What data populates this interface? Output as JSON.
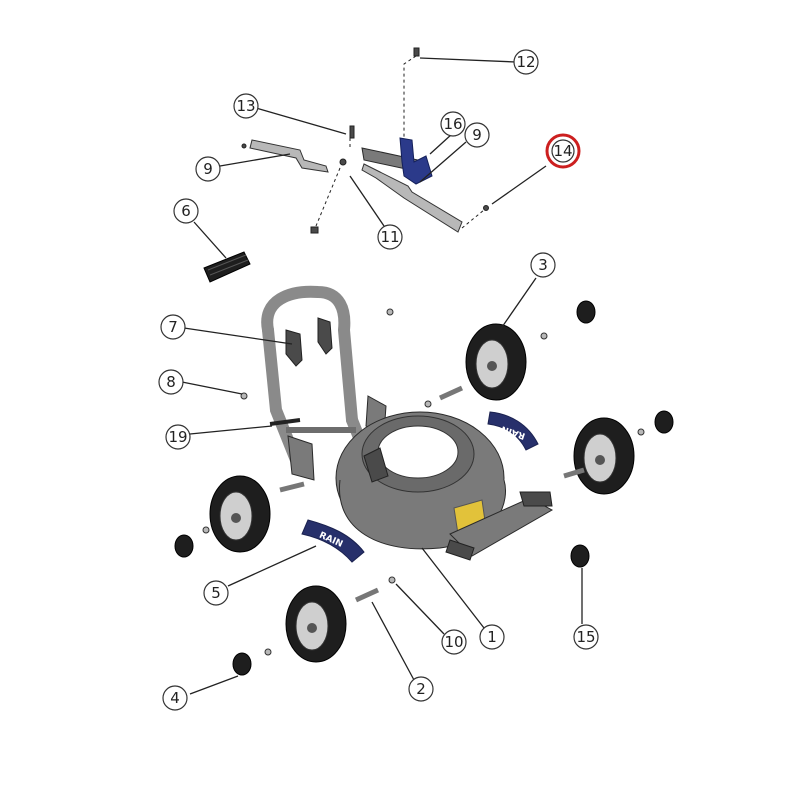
{
  "diagram": {
    "highlight_color": "#cc1f1f",
    "highlighted_callout": "14",
    "callouts": [
      {
        "id": "c1",
        "label": "1"
      },
      {
        "id": "c2",
        "label": "2"
      },
      {
        "id": "c3",
        "label": "3"
      },
      {
        "id": "c4",
        "label": "4"
      },
      {
        "id": "c5",
        "label": "5"
      },
      {
        "id": "c6",
        "label": "6"
      },
      {
        "id": "c7",
        "label": "7"
      },
      {
        "id": "c8",
        "label": "8"
      },
      {
        "id": "c9a",
        "label": "9"
      },
      {
        "id": "c9b",
        "label": "9"
      },
      {
        "id": "c10",
        "label": "10"
      },
      {
        "id": "c11",
        "label": "11"
      },
      {
        "id": "c12",
        "label": "12"
      },
      {
        "id": "c13",
        "label": "13"
      },
      {
        "id": "c14",
        "label": "14"
      },
      {
        "id": "c15",
        "label": "15"
      },
      {
        "id": "c16",
        "label": "16"
      },
      {
        "id": "c19",
        "label": "19"
      }
    ],
    "decal_text_left": "RAIN",
    "decal_text_right": "RAIN"
  }
}
